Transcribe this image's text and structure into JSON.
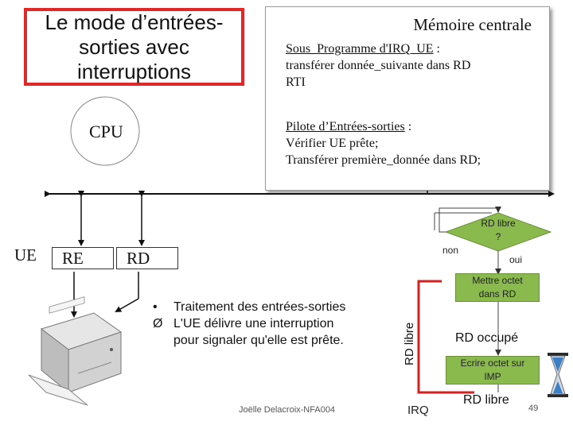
{
  "title": "Le mode d’entrées-\nsorties avec\ninterruptions",
  "memory": {
    "title": "Mémoire centrale",
    "sub_name": "Sous_Programme d'IRQ_UE",
    "sub_line1_rest": " :",
    "sub_line2": "transférer donnée_suivante dans RD",
    "sub_line3": "RTI",
    "driver_name": "Pilote d’Entrées-sorties",
    "driver_line1_rest": " :",
    "driver_line2": "Vérifier UE prête;",
    "driver_line3": "Transférer première_donnée dans RD;"
  },
  "cpu_label": "CPU",
  "ue_label": "UE",
  "re_label": "RE",
  "rd_label": "RD",
  "bullets": [
    {
      "marker": "•",
      "text": "Traitement des entrées-sorties"
    },
    {
      "marker": "Ø",
      "text": "L'UE délivre une interruption\npour signaler qu'elle est prête."
    }
  ],
  "footer": "Joëlle Delacroix-NFA004",
  "page_number": "49",
  "flowchart": {
    "decision": "RD libre\n?",
    "no": "non",
    "yes": "oui",
    "action1": "Mettre octet\ndans RD",
    "state1": "RD occupé",
    "action2": "Ecrire octet sur\nIMP",
    "state2": "RD libre",
    "vertical_label": "RD libre",
    "irq": "IRQ"
  },
  "colors": {
    "frame_red": "#e02828",
    "flow_green": "#8ab94e",
    "irq_red": "#d42020"
  },
  "icons": [
    "printer-icon",
    "hourglass-icon"
  ]
}
